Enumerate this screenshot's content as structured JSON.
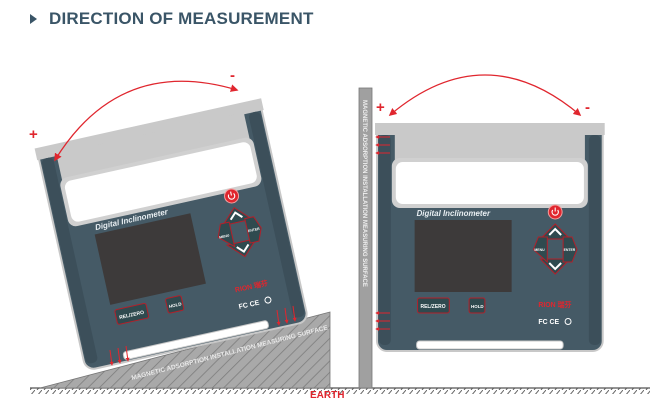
{
  "header": {
    "title": "DIRECTION OF MEASUREMENT"
  },
  "device": {
    "name": "Digital Inclinometer",
    "buttons": {
      "rel_zero": "REL/ZERO",
      "hold": "HOLD",
      "menu": "MENU",
      "enter": "ENTER"
    },
    "brand": "RION 瑞芬",
    "certs": "FC CE"
  },
  "left_scene": {
    "plus": "+",
    "minus": "-",
    "surface_label": "MAGNETIC ADSORPTION INSTALLATION MEASURING SURFACE"
  },
  "right_scene": {
    "plus": "+",
    "minus": "-",
    "surface_label": "MAGNETIC ADSORPTION INSTALLATION MEASURING SURFACE"
  },
  "ground": {
    "label": "EARTH"
  },
  "colors": {
    "panel": "#455a66",
    "accent": "#e0262e",
    "title": "#3a5567"
  }
}
